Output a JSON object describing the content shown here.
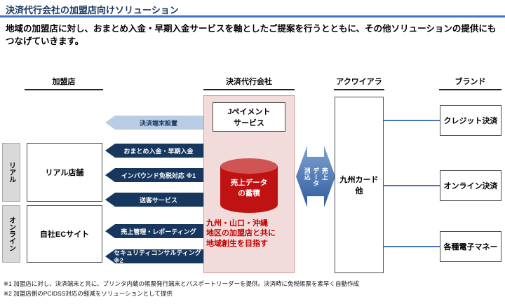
{
  "header": {
    "title": "決済代行会社の加盟店向けソリューション",
    "description": "地域の加盟店に対し、おまとめ入金・早期入金サービスを軸としたご提案を行うとともに、その他ソリューションの提供にもつなげていきます。"
  },
  "columns": {
    "merchant": "加盟店",
    "psp": "決済代行会社",
    "acquirer": "アクワイアラ",
    "brand": "ブランド"
  },
  "merchant": {
    "real_label": "リアル",
    "online_label": "オンライン",
    "real_store": "リアル店舗",
    "ec_site": "自社ECサイト"
  },
  "psp": {
    "service_box": "Jペイメント\nサービス",
    "cylinder": "売上データ\nの蓄積",
    "mission": "九州・山口・沖縄\n地区の加盟店と共に\n地域創生を目指す"
  },
  "services": [
    {
      "label": "決済端末設置",
      "style": "light"
    },
    {
      "label": "おまとめ入金・早期入金",
      "style": "dark"
    },
    {
      "label": "インバウンド免税対応 ※1",
      "style": "dark"
    },
    {
      "label": "送客サービス",
      "style": "dark"
    },
    {
      "label": "売上管理・レポーティング",
      "style": "dark"
    },
    {
      "label": "セキュリティコンサルティング ※2",
      "style": "dark"
    }
  ],
  "flow": {
    "big_arrow": "売上\nデータ\n消込"
  },
  "acquirer": {
    "box": "九州カード\n他"
  },
  "brands": [
    "クレジット決済",
    "オンライン決済",
    "各種電子マネー"
  ],
  "footnotes": [
    "※1 加盟店に対し、決済端末と共に、プリンタ内蔵の帳票発行端末とパスポートリーダーを提供。決済時に免税帳票を素早く自動作成",
    "※2 加盟店側のPCIDSS対応の軽減をソリューションとして提供"
  ],
  "colors": {
    "accent_blue": "#4472C4",
    "dark_navy": "#17375E",
    "light_arrow": "#B9CDE5",
    "pink_panel": "#F2DCDB",
    "red": "#C00000"
  }
}
